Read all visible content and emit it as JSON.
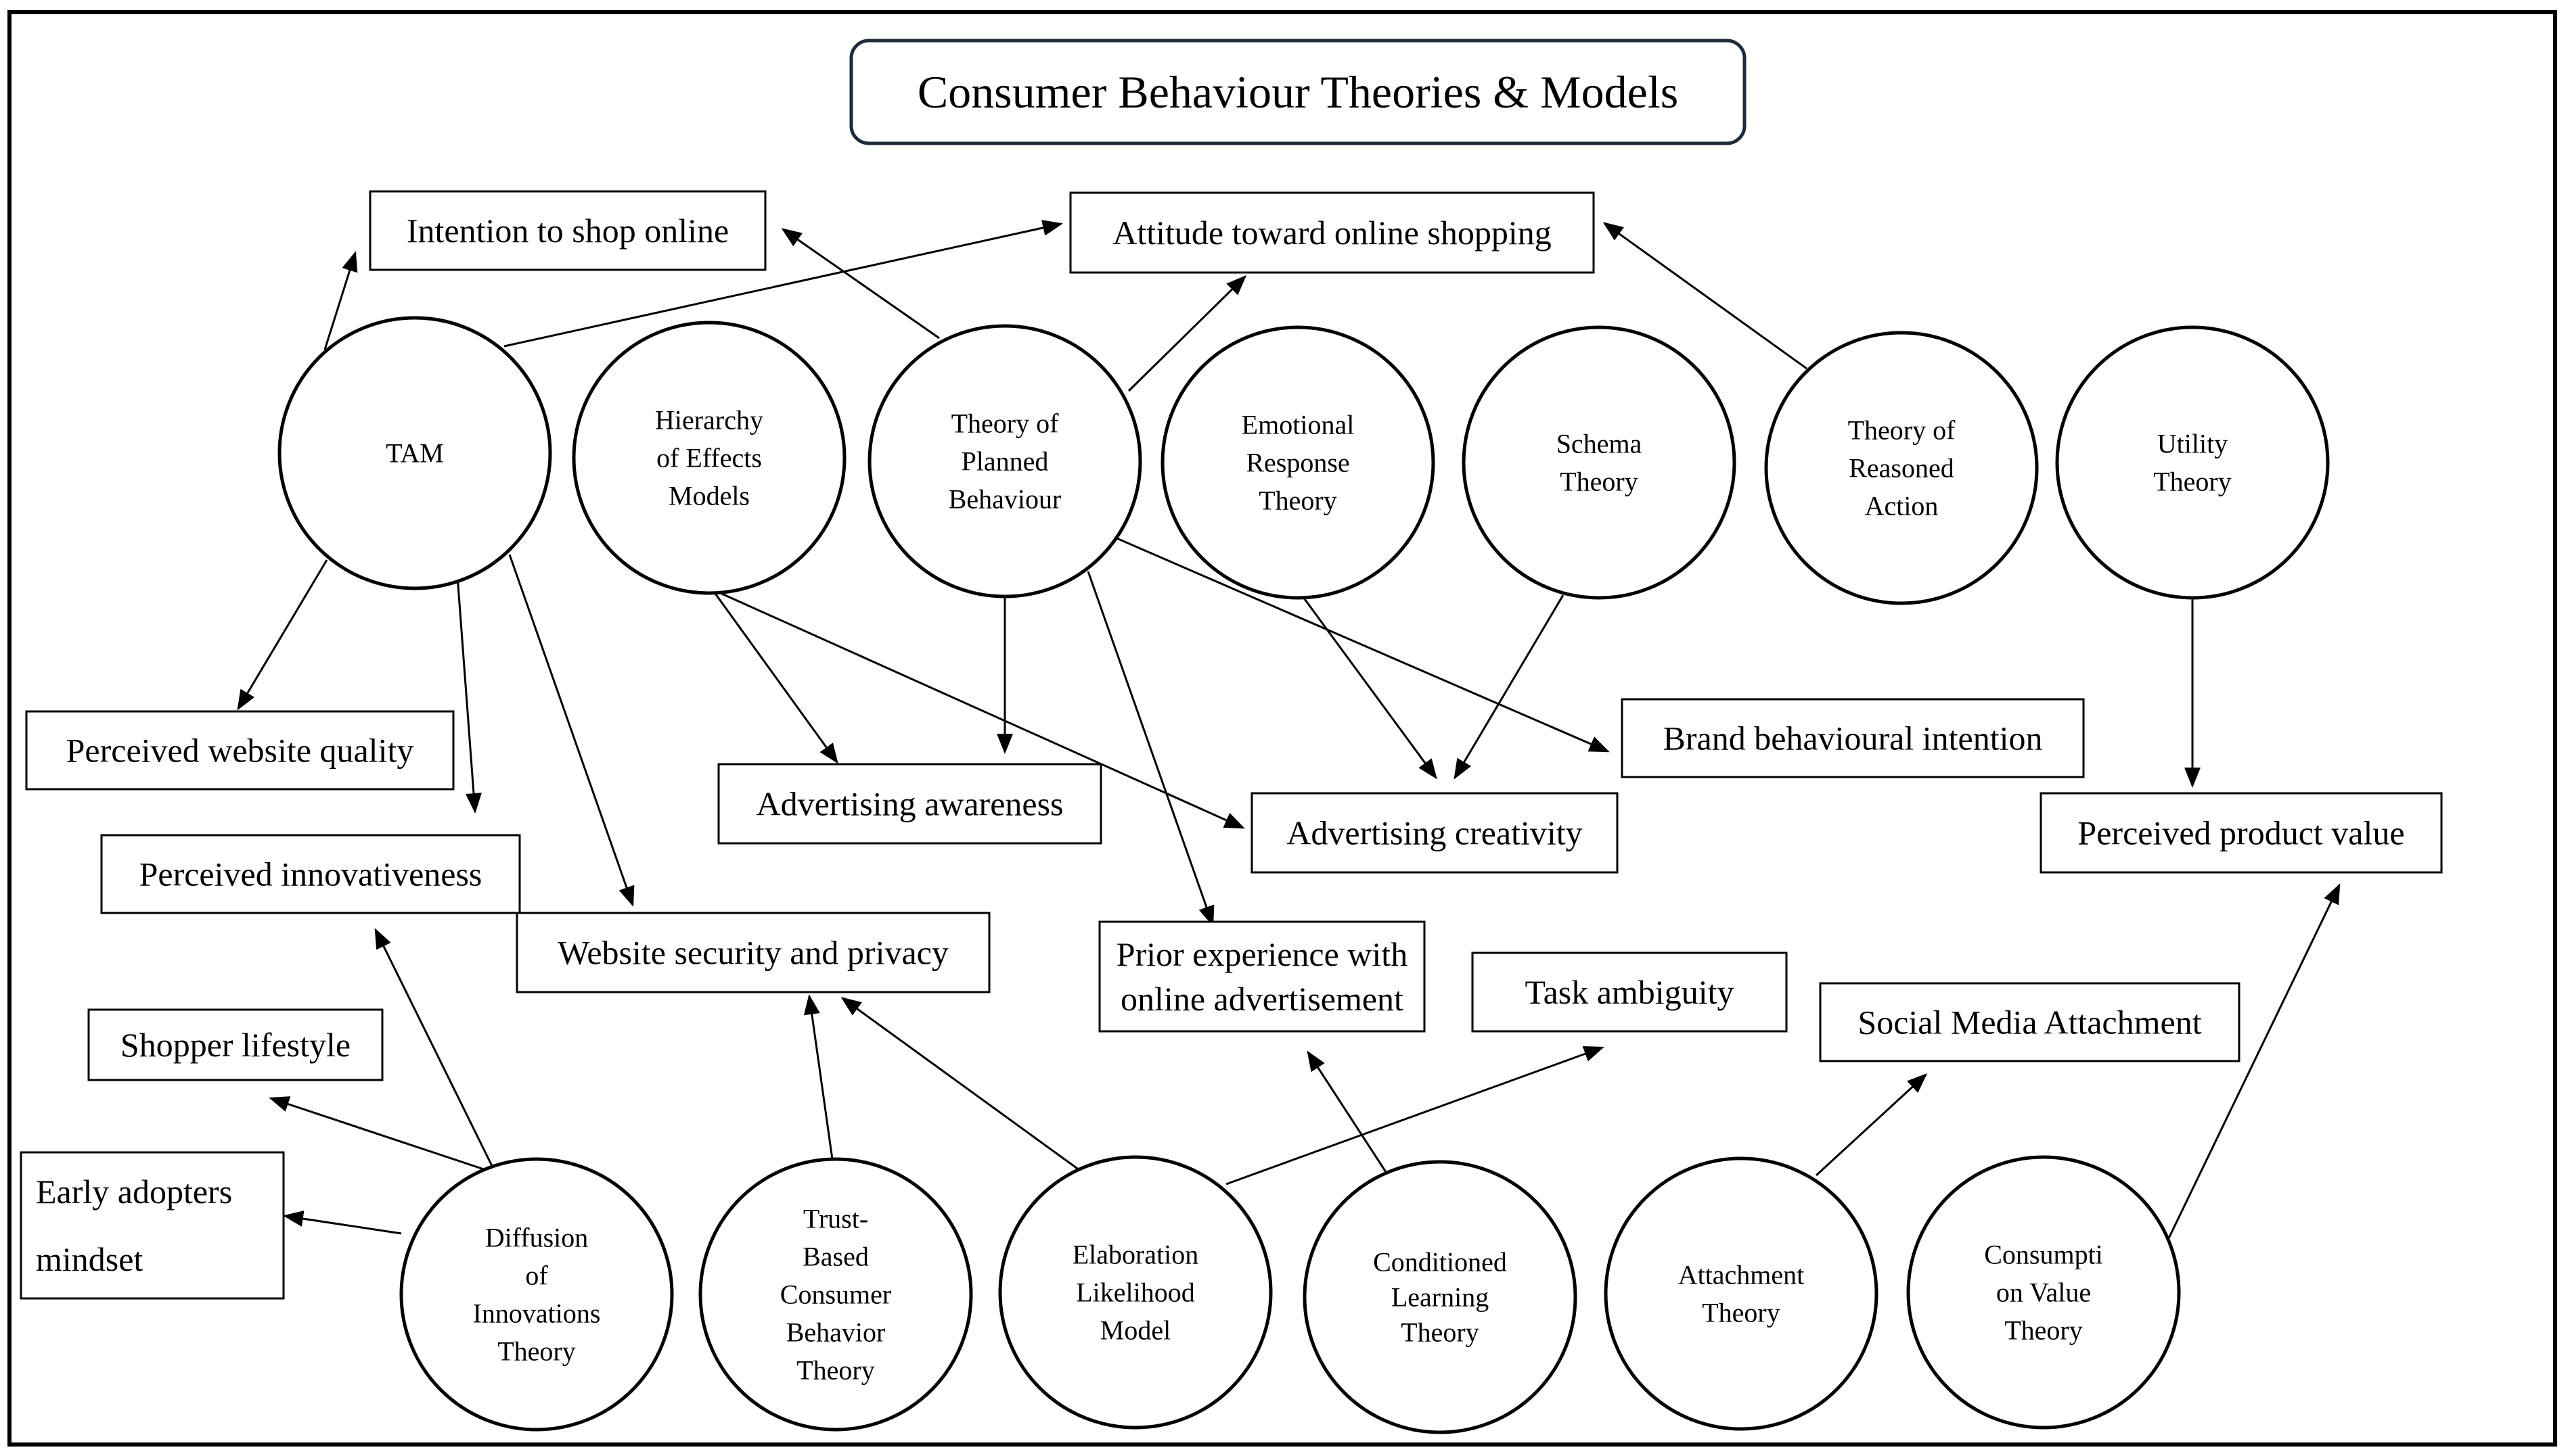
{
  "title": "Consumer Behaviour Theories & Models",
  "colors": {
    "title_border": "#1d2a3a",
    "stroke": "#000000",
    "background": "#ffffff"
  },
  "theories": {
    "tam": [
      "TAM"
    ],
    "hierarchy": [
      "Hierarchy",
      "of Effects",
      "Models"
    ],
    "tpb": [
      "Theory of",
      "Planned",
      "Behaviour"
    ],
    "emotional": [
      "Emotional",
      "Response",
      "Theory"
    ],
    "schema": [
      "Schema",
      "Theory"
    ],
    "tra": [
      "Theory of",
      "Reasoned",
      "Action"
    ],
    "utility": [
      "Utility",
      "Theory"
    ],
    "diffusion": [
      "Diffusion",
      "of",
      "Innovations",
      "Theory"
    ],
    "trust": [
      "Trust-",
      "Based",
      "Consumer",
      "Behavior",
      "Theory"
    ],
    "elm": [
      "Elaboration",
      "Likelihood",
      "Model"
    ],
    "conditioned": [
      "Conditioned",
      "Learning",
      "Theory"
    ],
    "attachment": [
      "Attachment",
      "Theory"
    ],
    "consumption": [
      "Consumpti",
      "on Value",
      "Theory"
    ]
  },
  "constructs": {
    "intention_online": [
      "Intention to shop online"
    ],
    "attitude_online": [
      "Attitude toward online shopping"
    ],
    "website_quality": [
      "Perceived website quality"
    ],
    "innovativeness": [
      "Perceived innovativeness"
    ],
    "website_security": [
      "Website security and privacy"
    ],
    "ad_awareness": [
      "Advertising awareness"
    ],
    "ad_creativity": [
      "Advertising creativity"
    ],
    "brand_intention": [
      "Brand behavioural intention"
    ],
    "product_value": [
      "Perceived product value"
    ],
    "shopper_lifestyle": [
      "Shopper lifestyle"
    ],
    "early_adopters": [
      "Early adopters",
      "mindset"
    ],
    "prior_experience": [
      "Prior experience with",
      "online advertisement"
    ],
    "task_ambiguity": [
      "Task ambiguity"
    ],
    "social_media": [
      "Social Media Attachment"
    ]
  }
}
